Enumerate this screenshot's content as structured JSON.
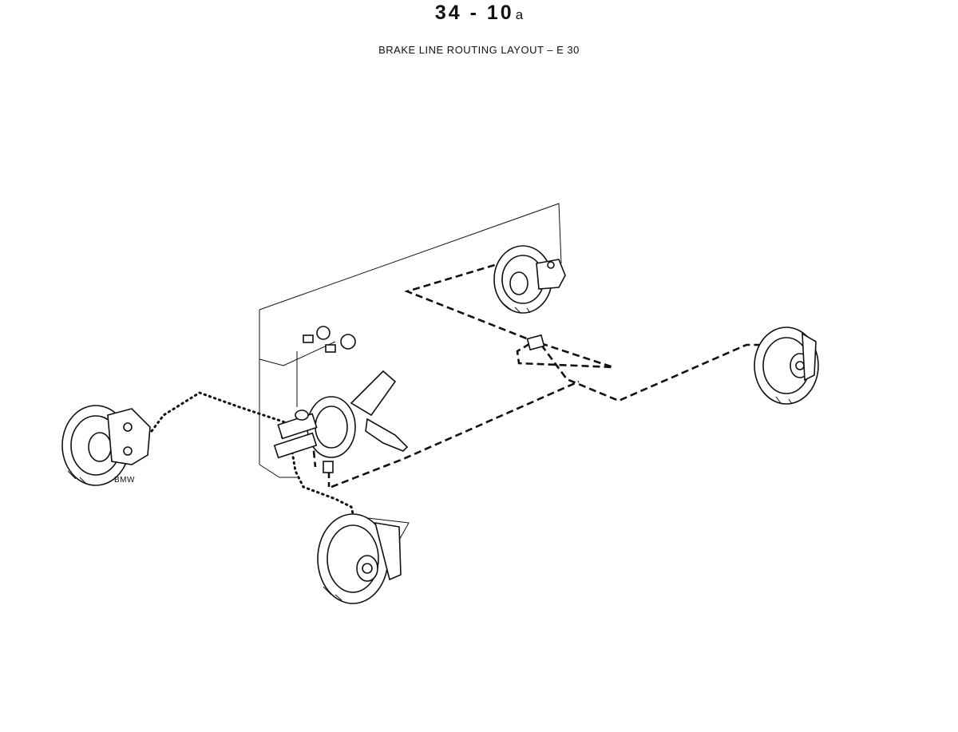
{
  "header": {
    "page_number": "34 - 10",
    "page_suffix": "a",
    "title": "BRAKE LINE ROUTING LAYOUT – E 30"
  },
  "diagram": {
    "logo_text": "BMW"
  }
}
